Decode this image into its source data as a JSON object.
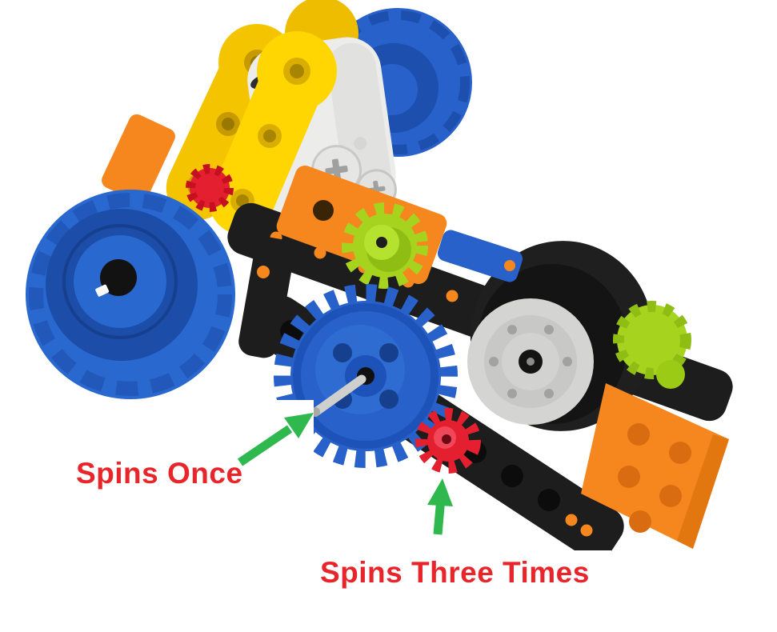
{
  "page": {
    "background": "#ffffff"
  },
  "annotations": {
    "spins_once": {
      "label": "Spins Once",
      "text_color": "#e8252a",
      "arrow_color": "#2eb84d",
      "target": "large-blue-gear-axle"
    },
    "spins_three_times": {
      "label": "Spins Three Times",
      "text_color": "#e8252a",
      "arrow_color": "#2eb84d",
      "target": "small-red-bevel-gear"
    }
  },
  "components": {
    "left_wheel": {
      "name": "front blue wheel",
      "color": "#2968cf"
    },
    "top_wheel": {
      "name": "rear blue wheel",
      "color": "#2761c9"
    },
    "motor": {
      "name": "white motor block",
      "color": "#ececea"
    },
    "yellow_beam_back": {
      "name": "yellow beam (back)",
      "color": "#f4c400"
    },
    "yellow_beam_front": {
      "name": "yellow beam (front)",
      "color": "#ffd502"
    },
    "orange_bracket_left": {
      "name": "orange bracket",
      "color": "#f6871f"
    },
    "orange_bracket_center": {
      "name": "orange bracket",
      "color": "#f6871f"
    },
    "orange_plate_right": {
      "name": "orange plate",
      "color": "#f6871f"
    },
    "chassis_beam": {
      "name": "black chassis beam",
      "color": "#1d1d1d"
    },
    "pin_dot": {
      "name": "orange pin",
      "color": "#f6871f"
    },
    "large_gear": {
      "name": "large blue gear",
      "color": "#2761c9"
    },
    "idler_gear": {
      "name": "lime pinion gear",
      "color": "#a6d41e"
    },
    "bevel_gear": {
      "name": "red bevel gear",
      "color": "#e41f30"
    },
    "rear_red_gear": {
      "name": "red gear (rear)",
      "color": "#e41f30"
    },
    "right_tire": {
      "name": "black tire",
      "color": "#1f1f1f"
    },
    "right_hub": {
      "name": "gray wheel hub",
      "color": "#d4d4d2"
    },
    "right_idler_gear": {
      "name": "lime gear (right)",
      "color": "#a6d41e"
    },
    "blue_beam": {
      "name": "blue beam",
      "color": "#2761c9"
    },
    "axle": {
      "name": "gray axle",
      "color": "#cfcfcd"
    }
  }
}
